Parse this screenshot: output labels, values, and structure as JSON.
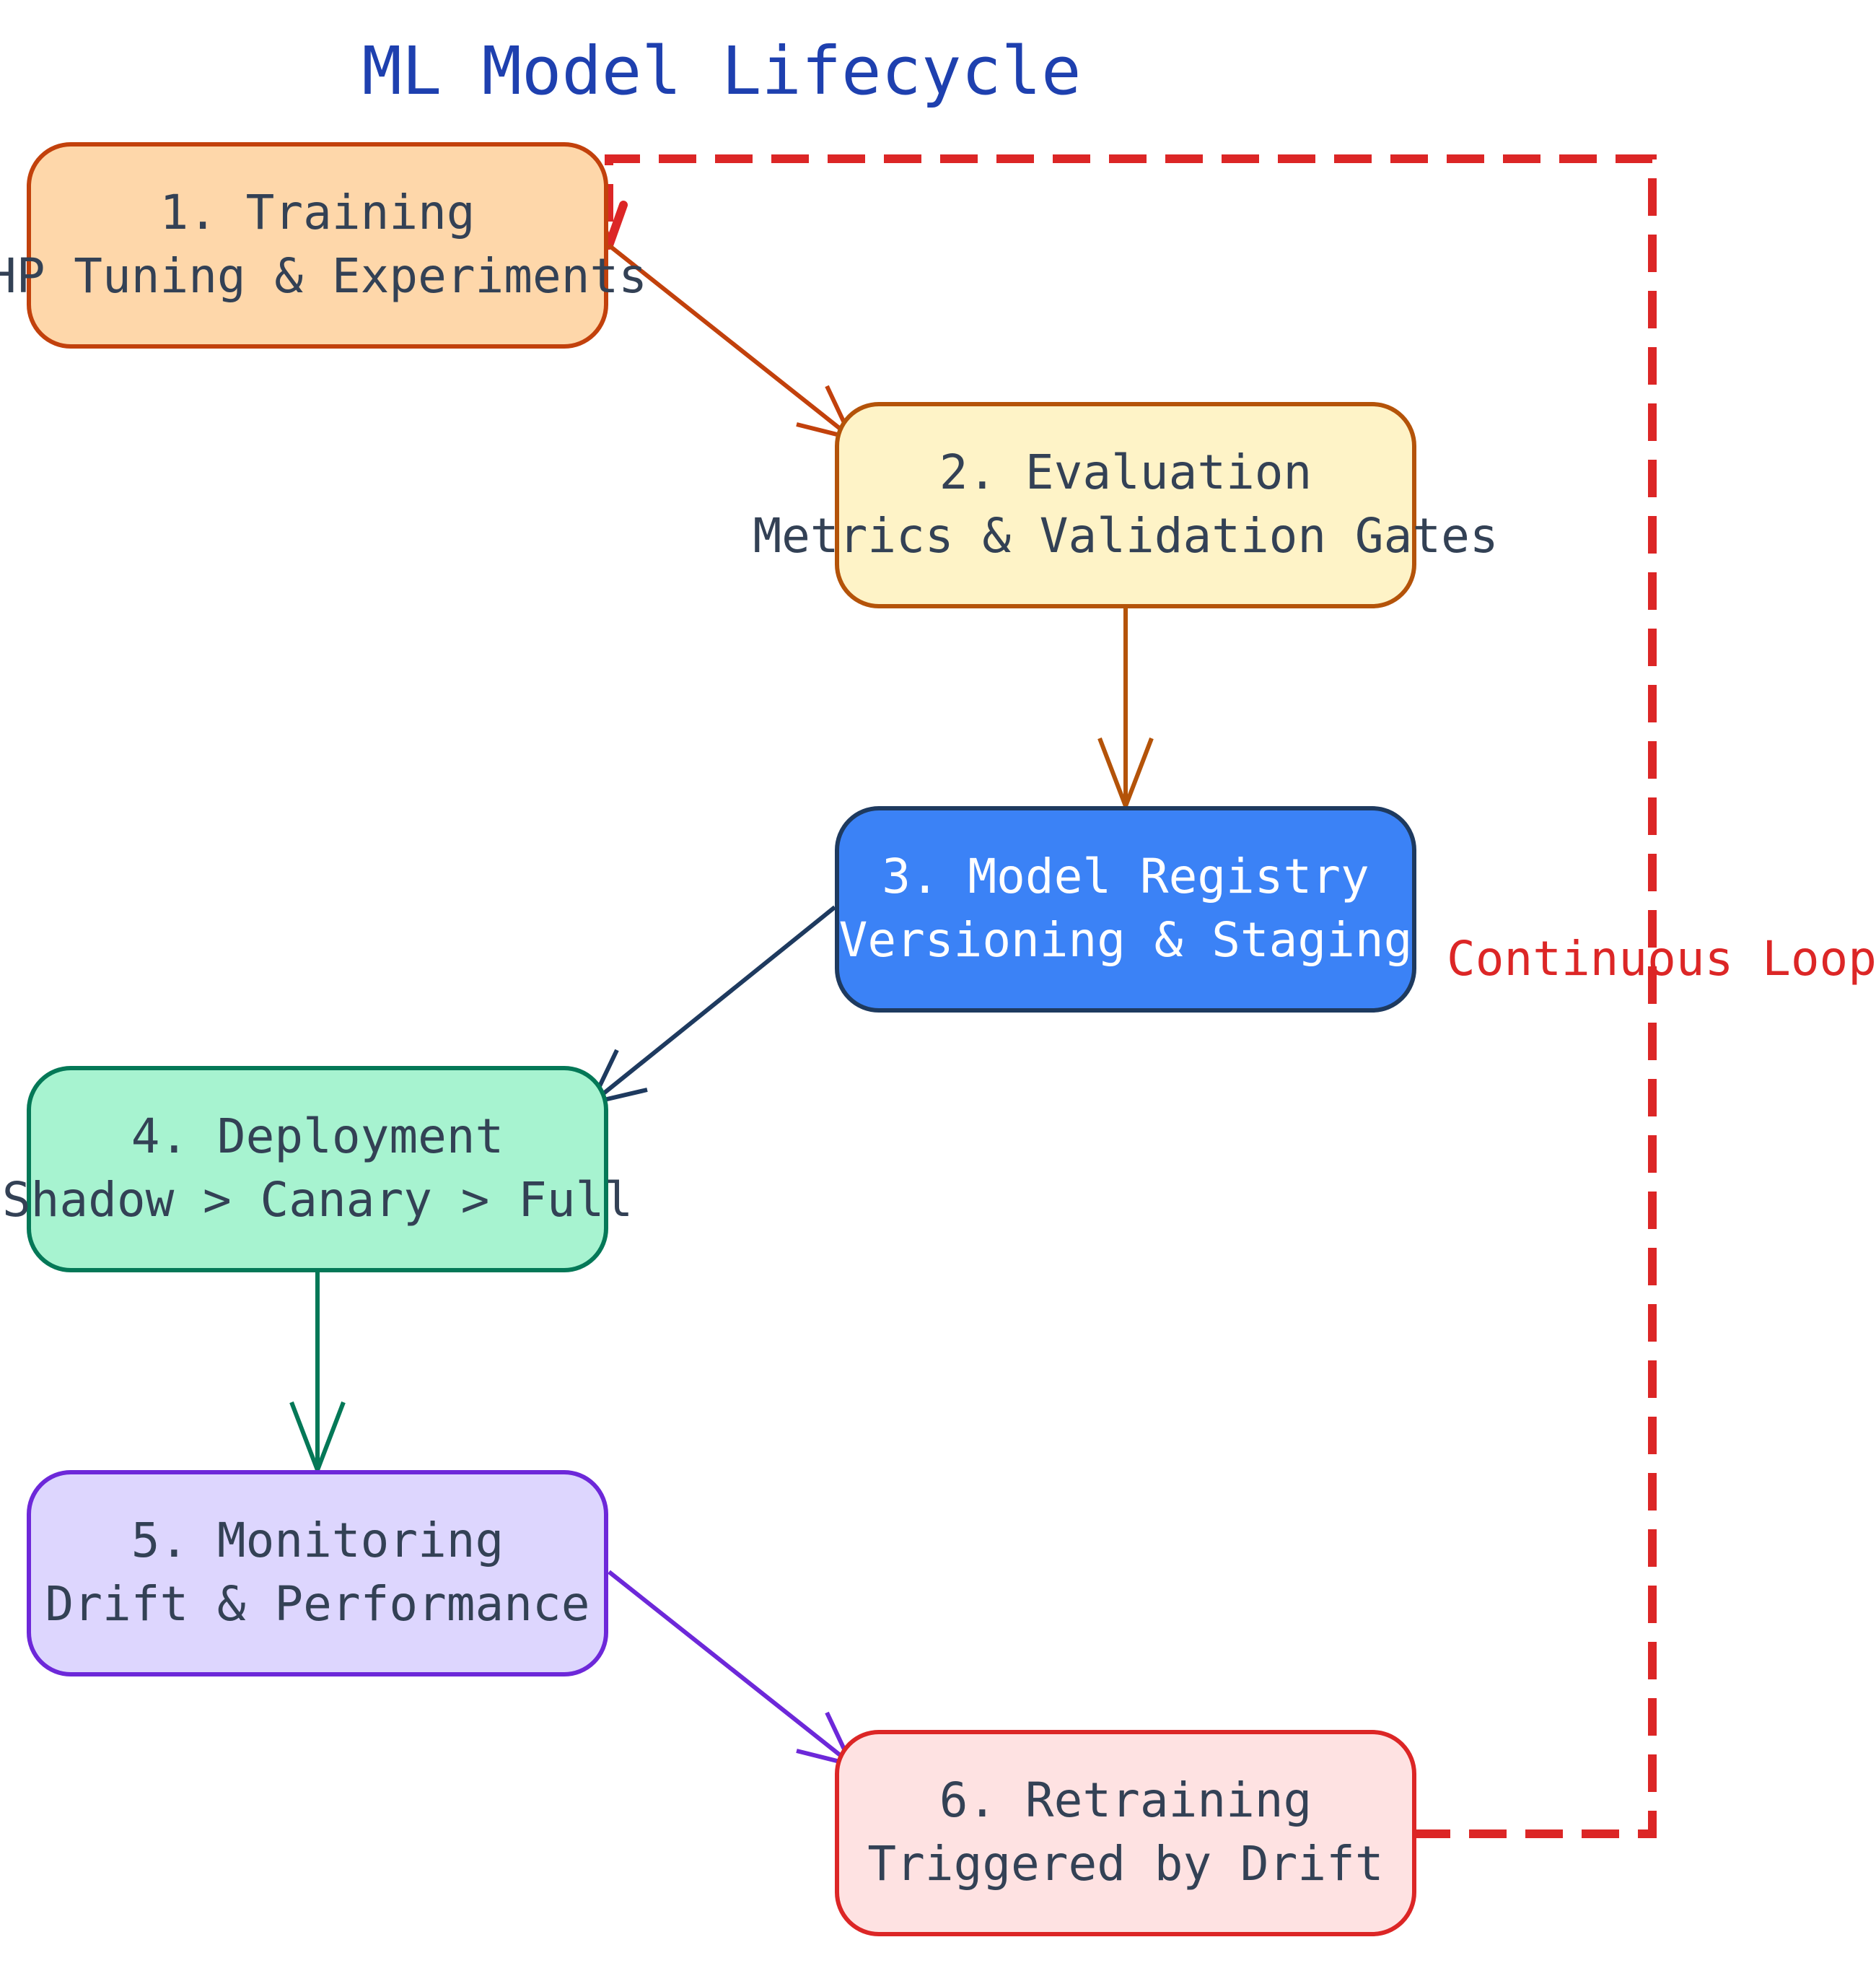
{
  "title": "ML Model Lifecycle",
  "nodes": [
    {
      "id": "training",
      "line1": "1. Training",
      "line2": "HP Tuning & Experiments",
      "fill": "#fed7aa",
      "stroke": "#c2410c",
      "text_color": "#334155"
    },
    {
      "id": "evaluation",
      "line1": "2. Evaluation",
      "line2": "Metrics & Validation Gates",
      "fill": "#fef3c7",
      "stroke": "#b45309",
      "text_color": "#334155"
    },
    {
      "id": "registry",
      "line1": "3. Model Registry",
      "line2": "Versioning & Staging",
      "fill": "#3b82f6",
      "stroke": "#1e3a5f",
      "text_color": "#ffffff"
    },
    {
      "id": "deployment",
      "line1": "4. Deployment",
      "line2": "Shadow > Canary > Full",
      "fill": "#a7f3d0",
      "stroke": "#047857",
      "text_color": "#334155"
    },
    {
      "id": "monitoring",
      "line1": "5. Monitoring",
      "line2": "Drift & Performance",
      "fill": "#ddd6fe",
      "stroke": "#6d28d9",
      "text_color": "#334155"
    },
    {
      "id": "retraining",
      "line1": "6. Retraining",
      "line2": "Triggered by Drift",
      "fill": "#fee2e2",
      "stroke": "#dc2626",
      "text_color": "#334155"
    }
  ],
  "edges": [
    {
      "from": "training",
      "to": "evaluation",
      "color": "#c2410c"
    },
    {
      "from": "evaluation",
      "to": "registry",
      "color": "#b45309"
    },
    {
      "from": "registry",
      "to": "deployment",
      "color": "#1e3a5f"
    },
    {
      "from": "deployment",
      "to": "monitoring",
      "color": "#047857"
    },
    {
      "from": "monitoring",
      "to": "retraining",
      "color": "#6d28d9"
    }
  ],
  "loop": {
    "label": "Continuous Loop",
    "color": "#dc2626",
    "from": "retraining",
    "to": "training"
  },
  "colors": {
    "title": "#1e40af",
    "text": "#334155"
  }
}
